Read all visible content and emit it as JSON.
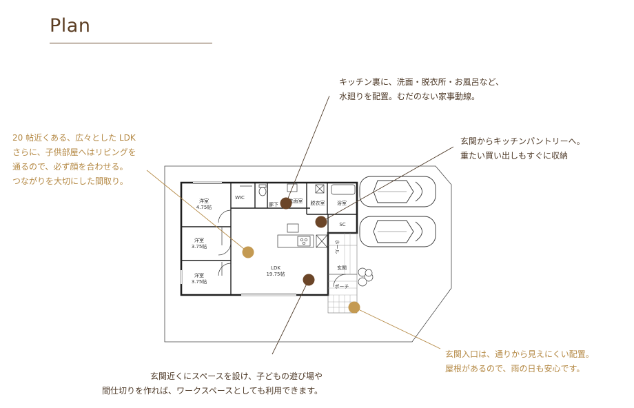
{
  "title": "Plan",
  "notes": {
    "ldk": {
      "lines": [
        "20 帖近くある、広々とした LDK",
        "さらに、子供部屋へはリビングを",
        "通るので、必ず顔を合わせる。",
        "つながりを大切にした間取り。"
      ],
      "color": "#b58a46"
    },
    "kitchen": {
      "lines": [
        "キッチン裏に、洗面・脱衣所・お風呂など、",
        "水廻りを配置。むだのない家事動線。"
      ],
      "color": "#4e3a28"
    },
    "pantry": {
      "lines": [
        "玄関からキッチンパントリーへ。",
        "重たい買い出しもすぐに収納"
      ],
      "color": "#4e3a28"
    },
    "entrance": {
      "lines": [
        "玄関入口は、通りから見えにくい配置。",
        "屋根があるので、雨の日も安心です。"
      ],
      "color": "#b58a46"
    },
    "space": {
      "lines": [
        "玄関近くにスペースを設け、子どもの遊び場や",
        "間仕切りを作れば、ワークスペースとしても利用できます。"
      ],
      "color": "#4e3a28"
    }
  },
  "rooms": {
    "western1": {
      "name": "洋室",
      "size": "4.75帖"
    },
    "western2": {
      "name": "洋室",
      "size": "3.75帖"
    },
    "western3": {
      "name": "洋室",
      "size": "3.75帖"
    },
    "wic": "WIC",
    "hallway": "廊下",
    "washroom": "洗面室",
    "dressing": "脱衣室",
    "bath": "浴室",
    "sc": "SC",
    "hall": "ホール",
    "genkan": "玄関",
    "porch": "ポーチ",
    "ldk": {
      "name": "LDK",
      "size": "19.75帖"
    }
  },
  "colors": {
    "gold": "#b58a46",
    "dark_brown": "#6b4528",
    "title": "#5b3d22"
  }
}
